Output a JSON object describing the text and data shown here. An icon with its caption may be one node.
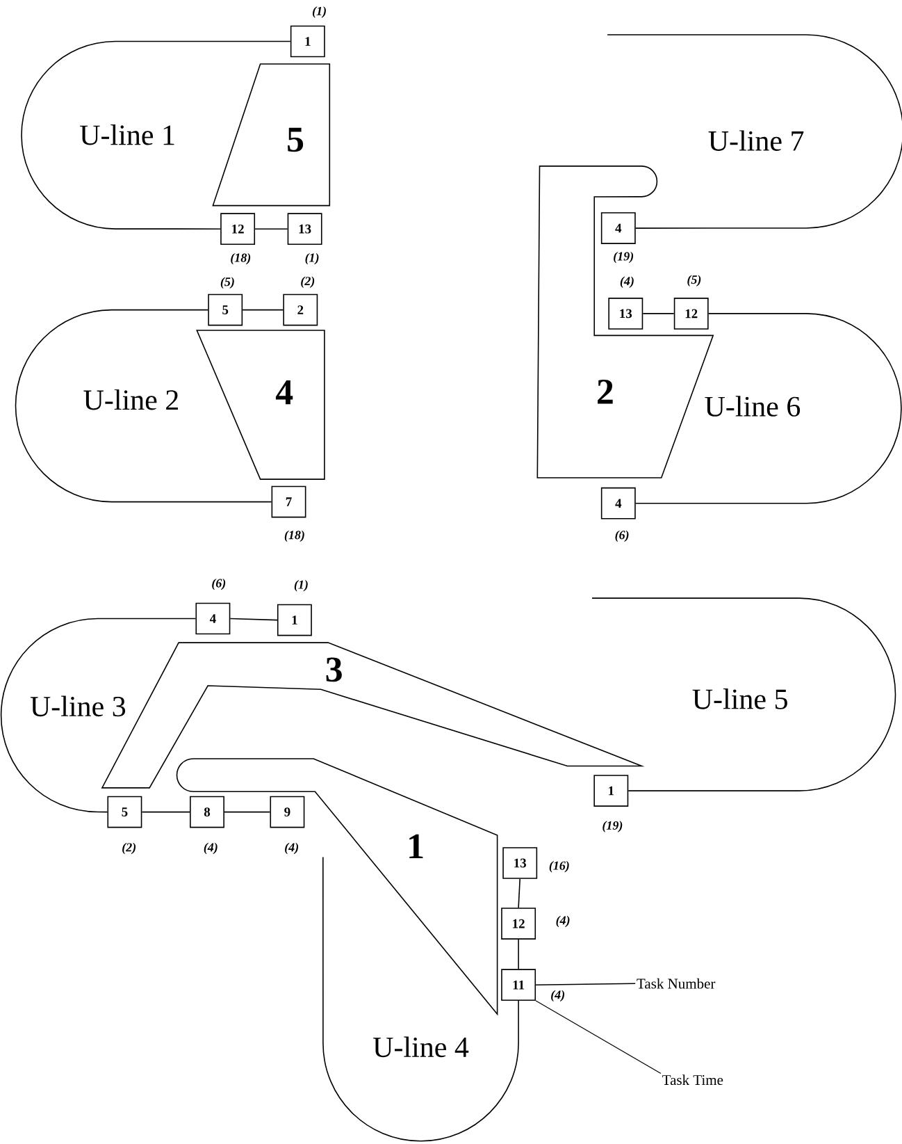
{
  "diagram": {
    "nodes": [
      {
        "text": [
          "1"
        ],
        "beside": [
          "(1)"
        ]
      },
      {
        "text": [
          "5"
        ]
      },
      {
        "text": [
          "12"
        ],
        "beside": [
          "(18)"
        ]
      },
      {
        "text": [
          "13"
        ],
        "beside": [
          "(1)"
        ]
      },
      {
        "text": [
          "5"
        ],
        "beside": [
          "(5)"
        ]
      },
      {
        "text": [
          "2"
        ],
        "beside": [
          "(2)"
        ]
      },
      {
        "text": [
          "4"
        ]
      },
      {
        "text": [
          "7"
        ],
        "beside": [
          "(18)"
        ]
      },
      {
        "text": [
          "2"
        ]
      },
      {
        "text": [
          "4"
        ]
      },
      {
        "text": [
          "13"
        ]
      },
      {
        "text": [
          "12"
        ]
      },
      {
        "text": [
          "4"
        ],
        "beside": [
          "(6)"
        ]
      },
      {
        "text": [
          "4"
        ],
        "beside": [
          "(6)"
        ]
      },
      {
        "text": [
          "1"
        ],
        "beside": [
          "(1)"
        ]
      },
      {
        "text": [
          "3"
        ]
      },
      {
        "text": [
          "5"
        ],
        "beside": [
          "(2)"
        ]
      },
      {
        "text": [
          "8"
        ]
      },
      {
        "text": [
          "9"
        ]
      },
      {
        "text": [
          "1"
        ],
        "beside": [
          "(19)"
        ]
      },
      {
        "text": [
          "1"
        ]
      },
      {
        "text": [
          "13"
        ],
        "beside": [
          "(16)"
        ]
      },
      {
        "text": [
          "12"
        ],
        "beside": [
          "(4)"
        ]
      },
      {
        "text": [
          "11"
        ],
        "beside": [
          "(4)"
        ]
      },
      {
        "text": [
          "Task Number"
        ]
      },
      {
        "text": [
          "Task Time"
        ]
      }
    ],
    "edges": [
      {
        "from": 0,
        "to": 2,
        "arrow": "none"
      },
      {
        "from": 4,
        "to": 7,
        "arrow": "none"
      },
      {
        "from": null,
        "to": 9,
        "arrow": "none"
      },
      {
        "from": 11,
        "to": 12,
        "arrow": "none"
      },
      {
        "from": 13,
        "to": 16,
        "arrow": "none"
      },
      {
        "from": null,
        "to": 19,
        "arrow": "none"
      },
      {
        "from": 23,
        "to": null,
        "arrow": "none"
      },
      {
        "from": 2,
        "to": 3,
        "arrow": "none"
      },
      {
        "from": 4,
        "to": 5,
        "arrow": "none"
      },
      {
        "from": 10,
        "to": 11,
        "arrow": "none"
      },
      {
        "from": 13,
        "to": 14,
        "arrow": "none"
      },
      {
        "from": 16,
        "to": 17,
        "arrow": "none"
      },
      {
        "from": 17,
        "to": 18,
        "arrow": "none"
      },
      {
        "from": 21,
        "to": 22,
        "arrow": "none"
      },
      {
        "from": 22,
        "to": 23,
        "arrow": "none"
      },
      {
        "from": 23,
        "to": 24,
        "arrow": "none"
      },
      {
        "from": 25,
        "to": 23,
        "arrow": "none"
      }
    ],
    "labels": [
      "U-line 1",
      "U-line 7",
      "(19)",
      "(4)",
      "(5)",
      "U-line 2",
      "U-line 6",
      "U-line 3",
      "U-line 5",
      "(4)",
      "(4)",
      "U-line 4"
    ]
  }
}
